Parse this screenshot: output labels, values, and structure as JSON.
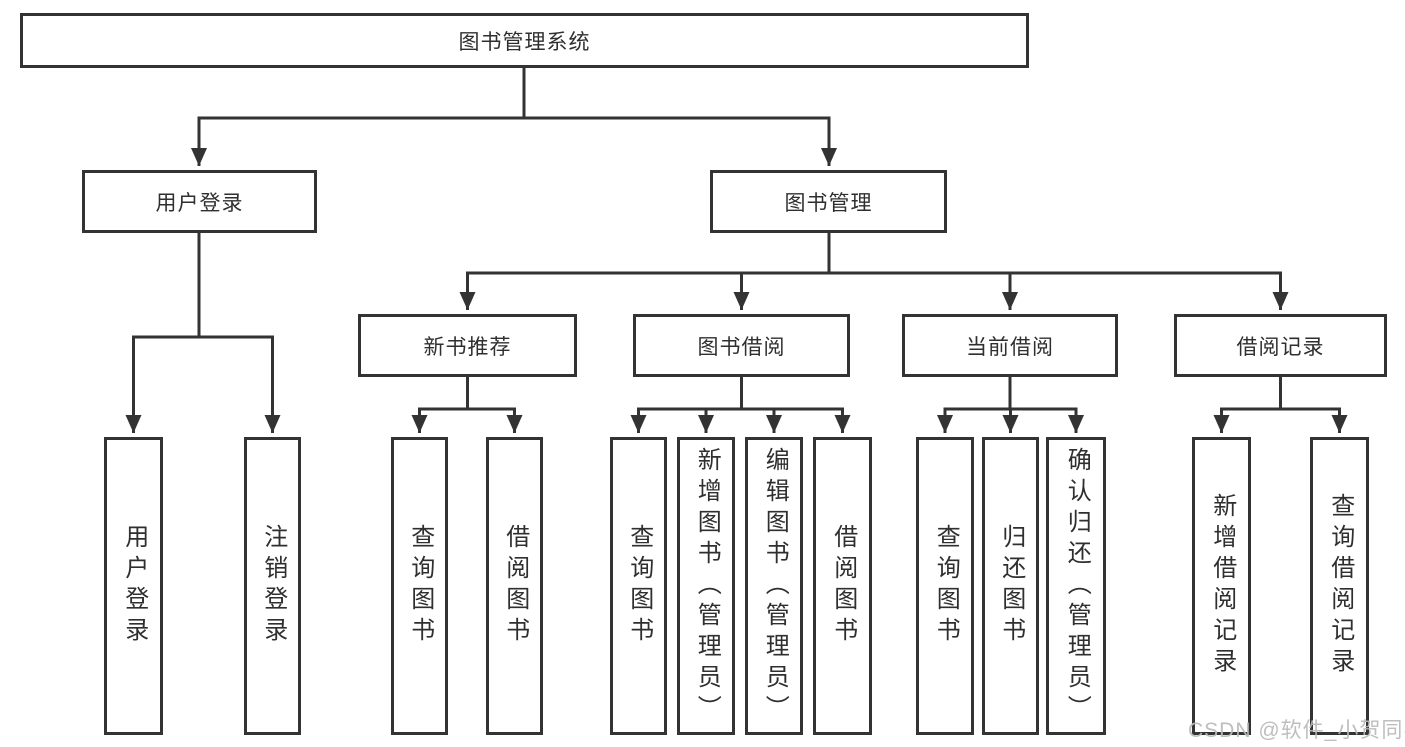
{
  "tree": {
    "label": "图书管理系统",
    "children": [
      {
        "label": "用户登录",
        "children": [
          {
            "label": "用户登录"
          },
          {
            "label": "注销登录"
          }
        ]
      },
      {
        "label": "图书管理",
        "children": [
          {
            "label": "新书推荐",
            "children": [
              {
                "label": "查询图书"
              },
              {
                "label": "借阅图书"
              }
            ]
          },
          {
            "label": "图书借阅",
            "children": [
              {
                "label": "查询图书"
              },
              {
                "label": "新增图书（管理员）"
              },
              {
                "label": "编辑图书（管理员）"
              },
              {
                "label": "借阅图书"
              }
            ]
          },
          {
            "label": "当前借阅",
            "children": [
              {
                "label": "查询图书"
              },
              {
                "label": "归还图书"
              },
              {
                "label": "确认归还（管理员）"
              }
            ]
          },
          {
            "label": "借阅记录",
            "children": [
              {
                "label": "新增借阅记录"
              },
              {
                "label": "查询借阅记录"
              }
            ]
          }
        ]
      }
    ]
  },
  "watermark": "CSDN @软件_小贺同学",
  "colors": {
    "line": "#333333",
    "text": "#2f2f2f",
    "background": "#ffffff",
    "watermark": "#bababa"
  }
}
